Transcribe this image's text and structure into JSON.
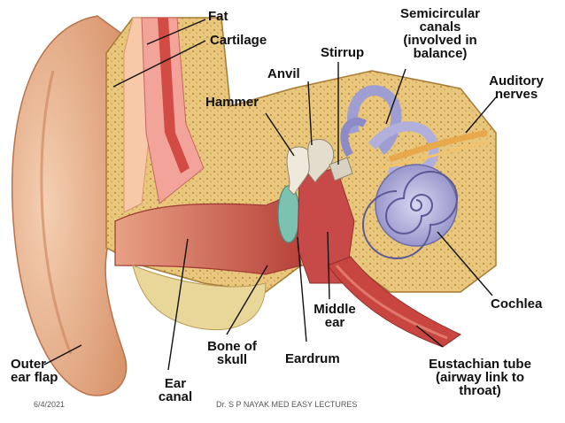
{
  "labels": {
    "fat": "Fat",
    "cartilage": "Cartilage",
    "semicircular": [
      "Semicircular",
      "canals",
      "(involved in",
      "balance)"
    ],
    "stirrup": "Stirrup",
    "anvil": "Anvil",
    "hammer": "Hammer",
    "auditory": [
      "Auditory",
      "nerves"
    ],
    "cochlea": "Cochlea",
    "middle_ear": [
      "Middle",
      "ear"
    ],
    "eardrum": "Eardrum",
    "bone_of_skull": [
      "Bone of",
      "skull"
    ],
    "outer_ear_flap": [
      "Outer",
      "ear flap"
    ],
    "ear_canal": [
      "Ear",
      "canal"
    ],
    "eustachian": [
      "Eustachian tube",
      "(airway link to",
      "throat)"
    ]
  },
  "footer": {
    "date": "6/4/2021",
    "credit": "Dr. S P NAYAK MED EASY LECTURES"
  },
  "colors": {
    "skin": "#e9b48f",
    "bone": "#e6c47a",
    "cartilage": "#f2a39a",
    "canal": "#c94e44",
    "cochlea": "#a7a6d6",
    "eardrum": "#7cc2b0",
    "leader": "#111111"
  }
}
